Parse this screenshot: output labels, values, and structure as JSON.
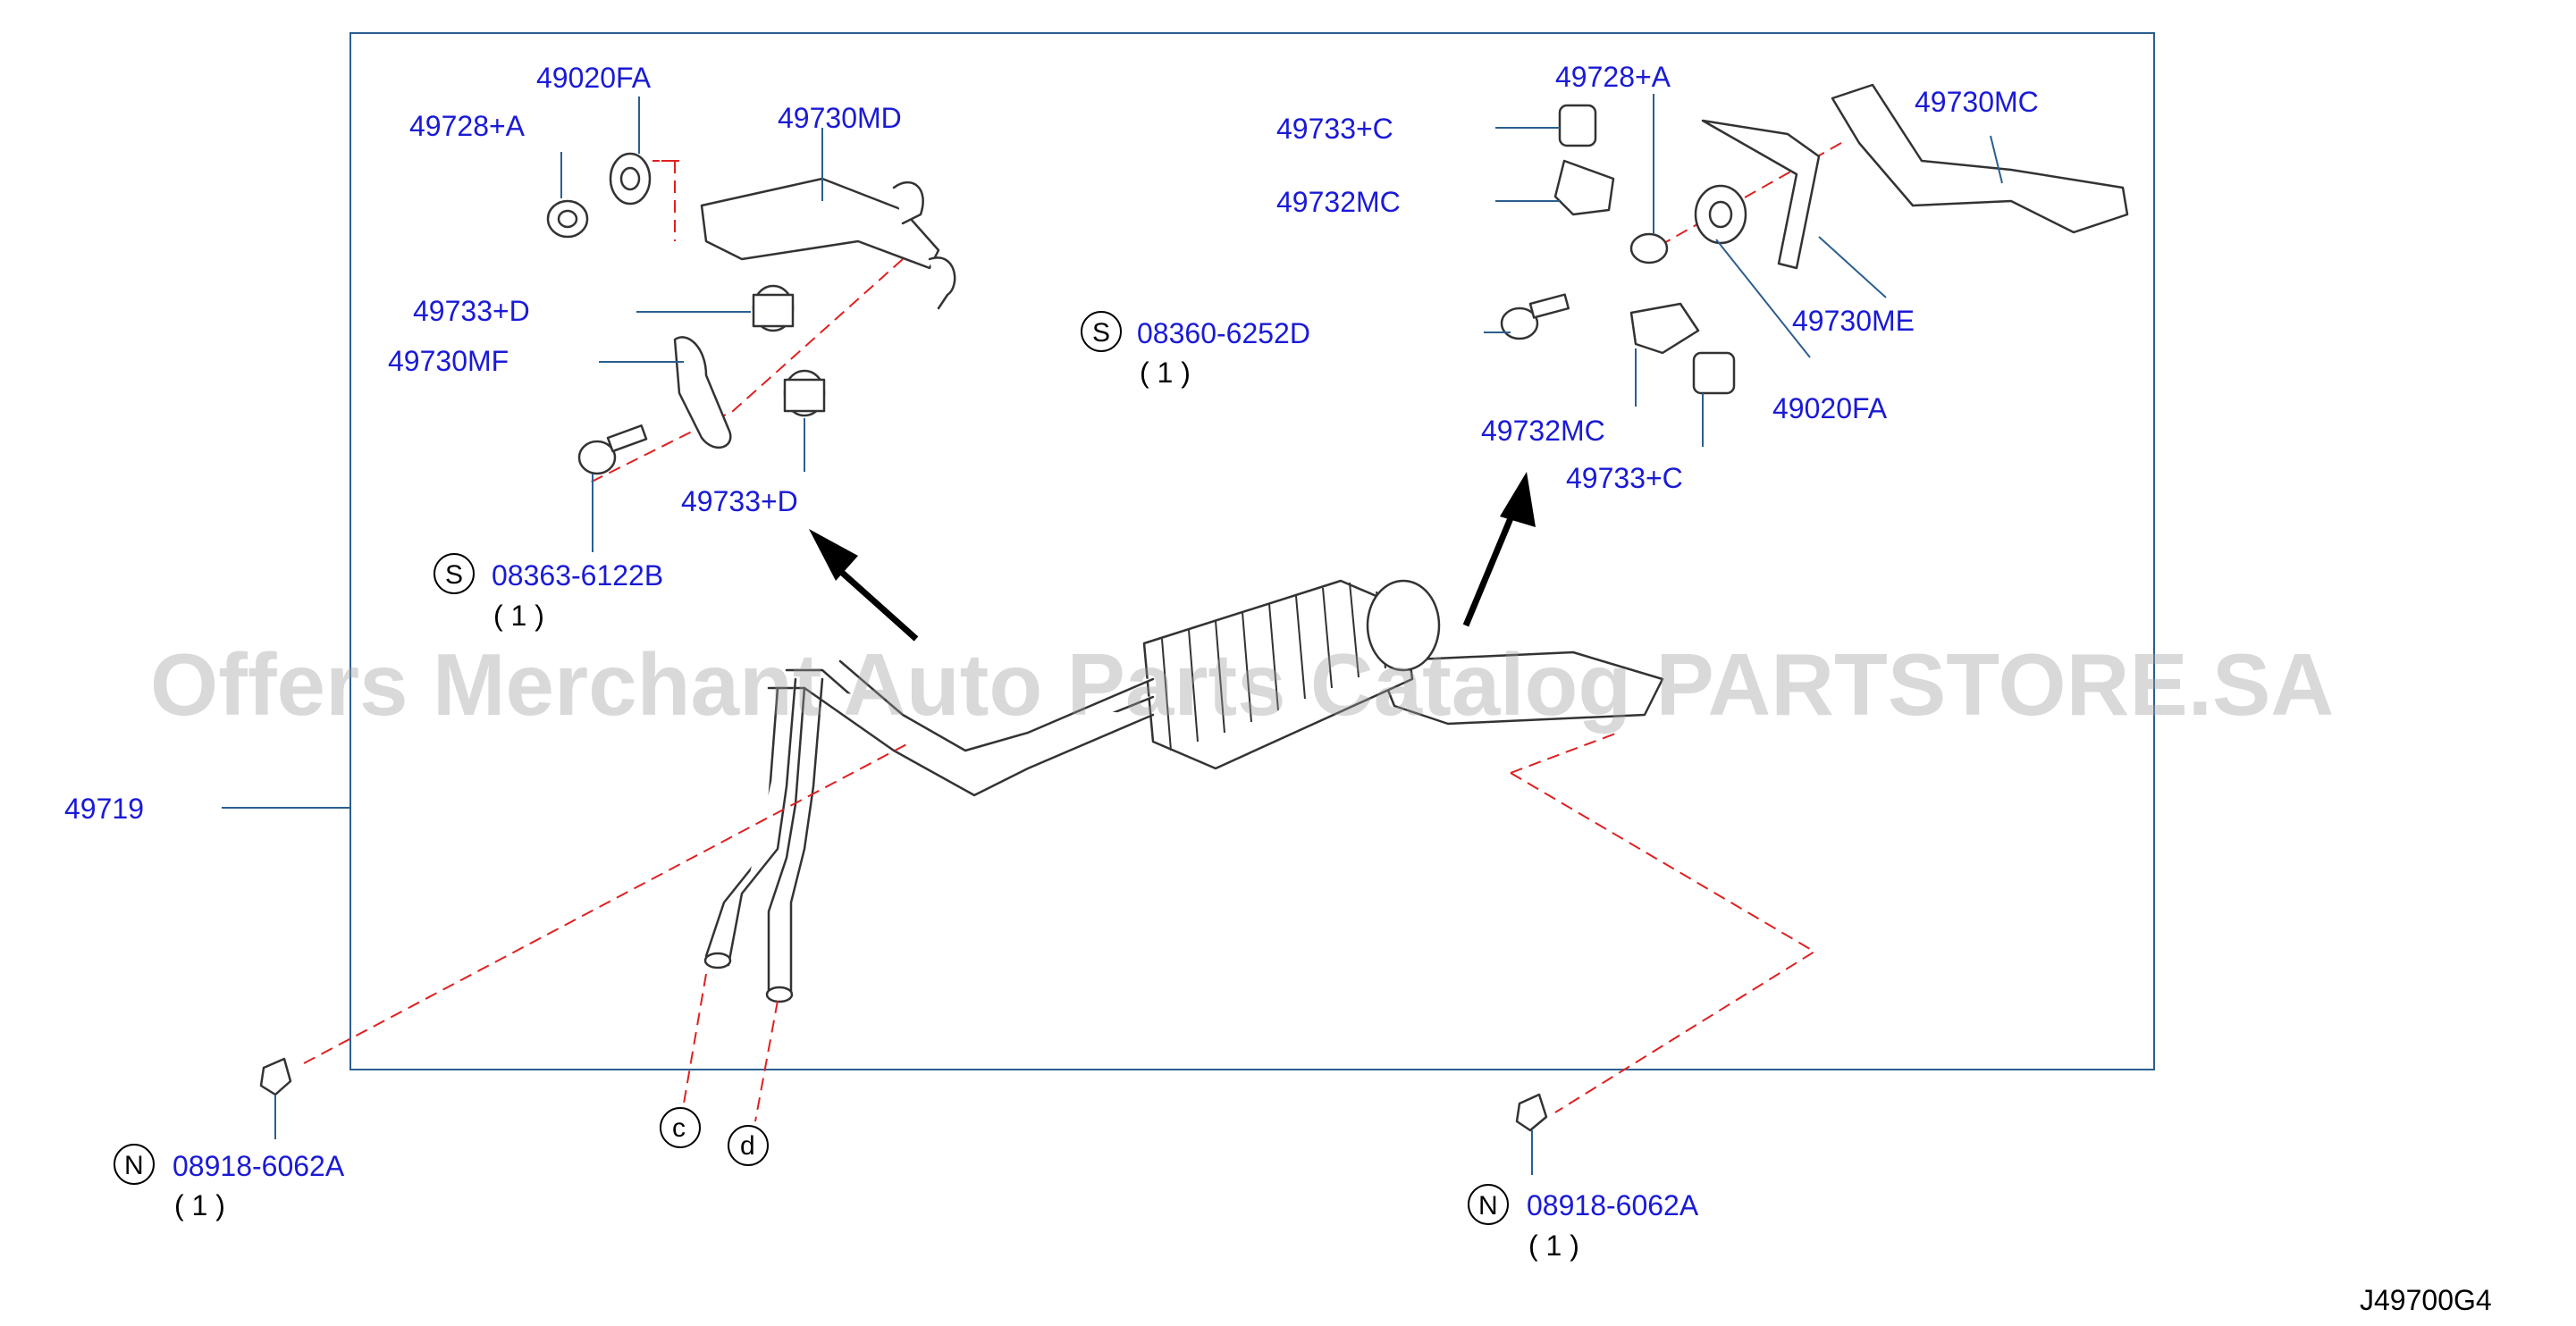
{
  "watermark": "Offers Merchant Auto Parts Catalog PARTSTORE.SA",
  "diagram_code": "J49700G4",
  "assembly_part": "49719",
  "callouts": {
    "p49020fa_left": "49020FA",
    "p49728a_left": "49728+A",
    "p49730md": "49730MD",
    "p49733d_top": "49733+D",
    "p49730mf": "49730MF",
    "p49733d_bottom": "49733+D",
    "p08363": "08363-6122B",
    "p08363_qty": "( 1 )",
    "p08360": "08360-6252D",
    "p08360_qty": "( 1 )",
    "p49728a_right": "49728+A",
    "p49733c_top": "49733+C",
    "p49732mc_top": "49732MC",
    "p49730mc": "49730MC",
    "p49730me": "49730ME",
    "p49020fa_right": "49020FA",
    "p49732mc_bottom": "49732MC",
    "p49733c_bottom": "49733+C",
    "p08918_left": "08918-6062A",
    "p08918_left_qty": "( 1 )",
    "p08918_right": "08918-6062A",
    "p08918_right_qty": "( 1 )"
  },
  "symbols": {
    "s_mark": "S",
    "n_mark": "N",
    "c_mark": "c",
    "d_mark": "d"
  },
  "colors": {
    "part_number": "#1a1ad6",
    "leader_line": "#2b5f8f",
    "dashed_line": "#e02020"
  }
}
